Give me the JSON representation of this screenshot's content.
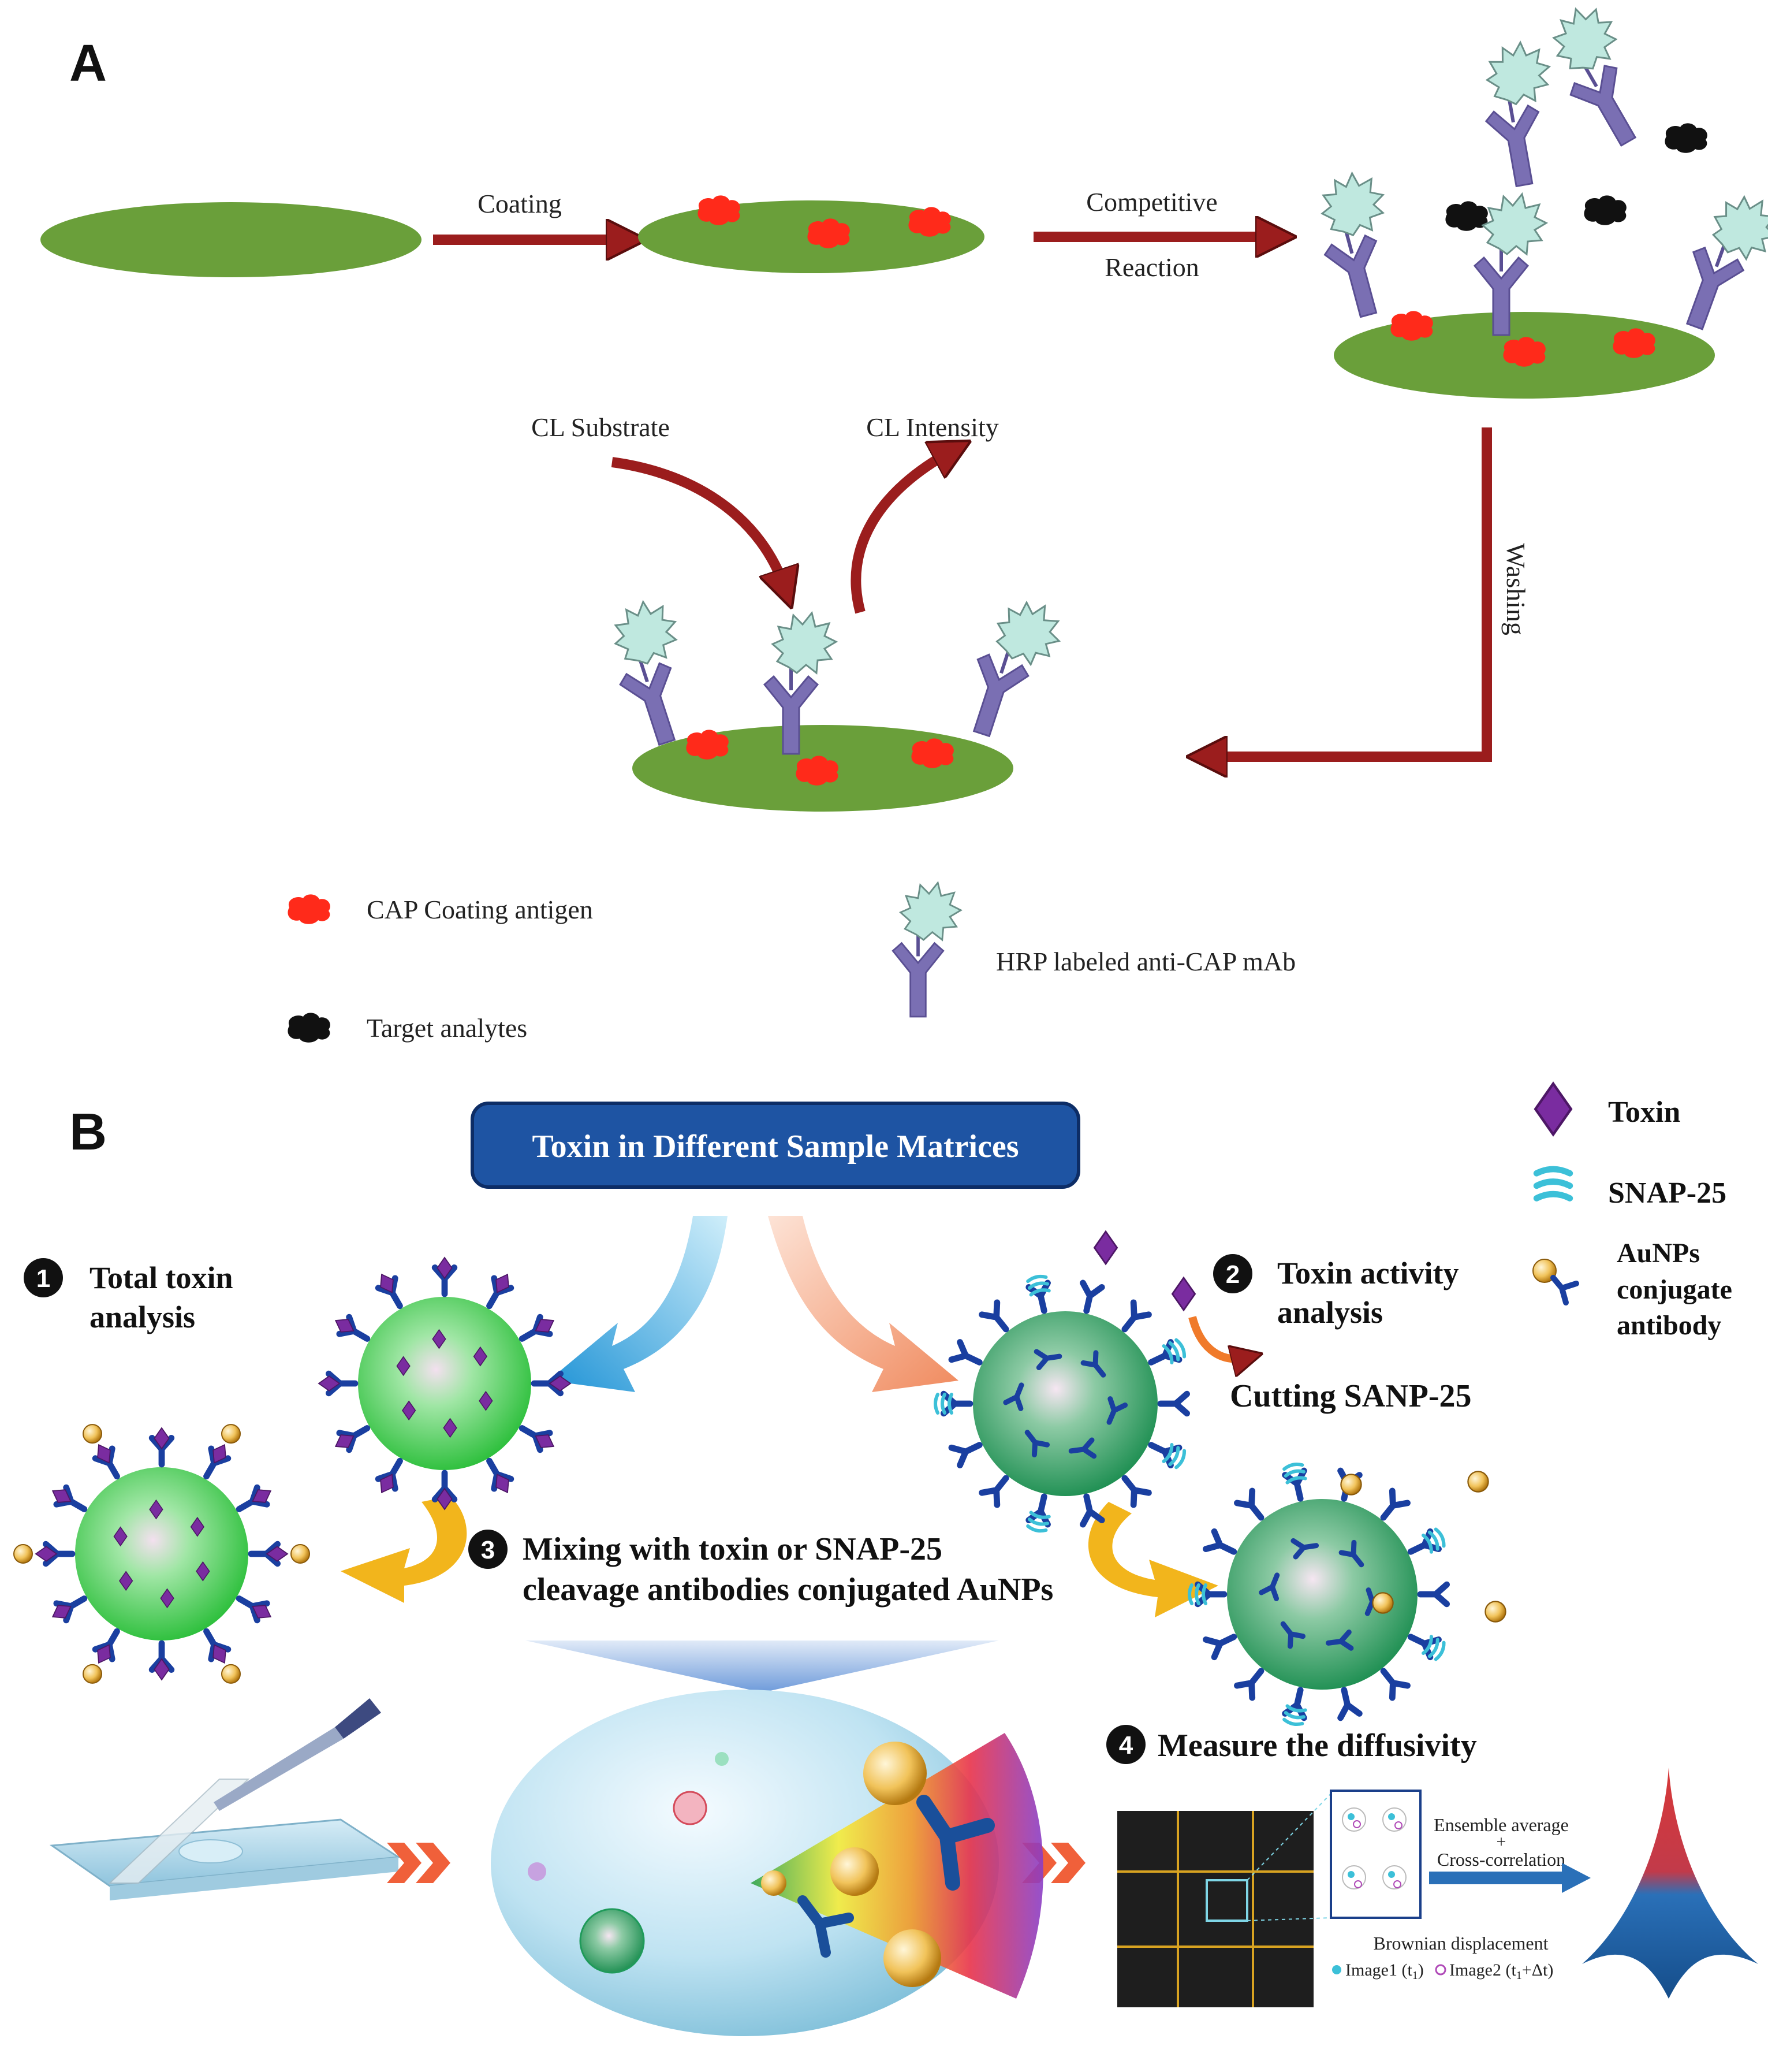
{
  "panel_a": {
    "label": "A",
    "steps": {
      "coating": "Coating",
      "competitive_line1": "Competitive",
      "competitive_line2": "Reaction",
      "washing": "Washing",
      "cl_substrate": "CL Substrate",
      "cl_intensity": "CL Intensity"
    },
    "legend": {
      "coating_antigen": "CAP Coating antigen",
      "target_analytes": "Target analytes",
      "hrp_antibody": "HRP labeled anti-CAP mAb"
    },
    "colors": {
      "plate": "#6a9f3a",
      "antigen": "#ff2a1a",
      "analyte": "#111111",
      "antibody": "#7a6fb3",
      "hrp": "#bfe8df",
      "arrow": "#9b1d1d"
    }
  },
  "panel_b": {
    "label": "B",
    "title": "Toxin in Different Sample Matrices",
    "legend": {
      "toxin": "Toxin",
      "snap25": "SNAP-25",
      "aunp_line1": "AuNPs",
      "aunp_line2": "conjugate",
      "aunp_line3": "antibody"
    },
    "steps": {
      "s1_num": "1",
      "s1_line1": "Total toxin",
      "s1_line2": "analysis",
      "s2_num": "2",
      "s2_line1": "Toxin activity",
      "s2_line2": "analysis",
      "cutting": "Cutting SANP-25",
      "s3_num": "3",
      "s3_line1": "Mixing with toxin or SNAP-25",
      "s3_line2": "cleavage antibodies conjugated AuNPs",
      "s4_num": "4",
      "s4_text": "Measure the diffusivity"
    },
    "analysis": {
      "ensemble": "Ensemble average",
      "plus": "+",
      "cross": "Cross-correlation",
      "brownian": "Brownian displacement",
      "image1": "Image1 (t",
      "image1_sub": "1",
      "image1_end": ")",
      "image2": "Image2 (t",
      "image2_sub": "1",
      "image2_end": "+Δt)"
    },
    "colors": {
      "title_bg": "#1e54a3",
      "sphere_bright": "#3fd64a",
      "sphere_dark": "#1f9a5a",
      "toxin": "#7a2ca0",
      "snap25": "#3cc0d8",
      "antibody": "#1a3fa0",
      "gold": "#e8b43a",
      "blue_arrow": "#35a6e0",
      "orange_arrow": "#f4a584",
      "yellow_arrow": "#f2b51c",
      "chevrons": "#f0603a"
    }
  }
}
